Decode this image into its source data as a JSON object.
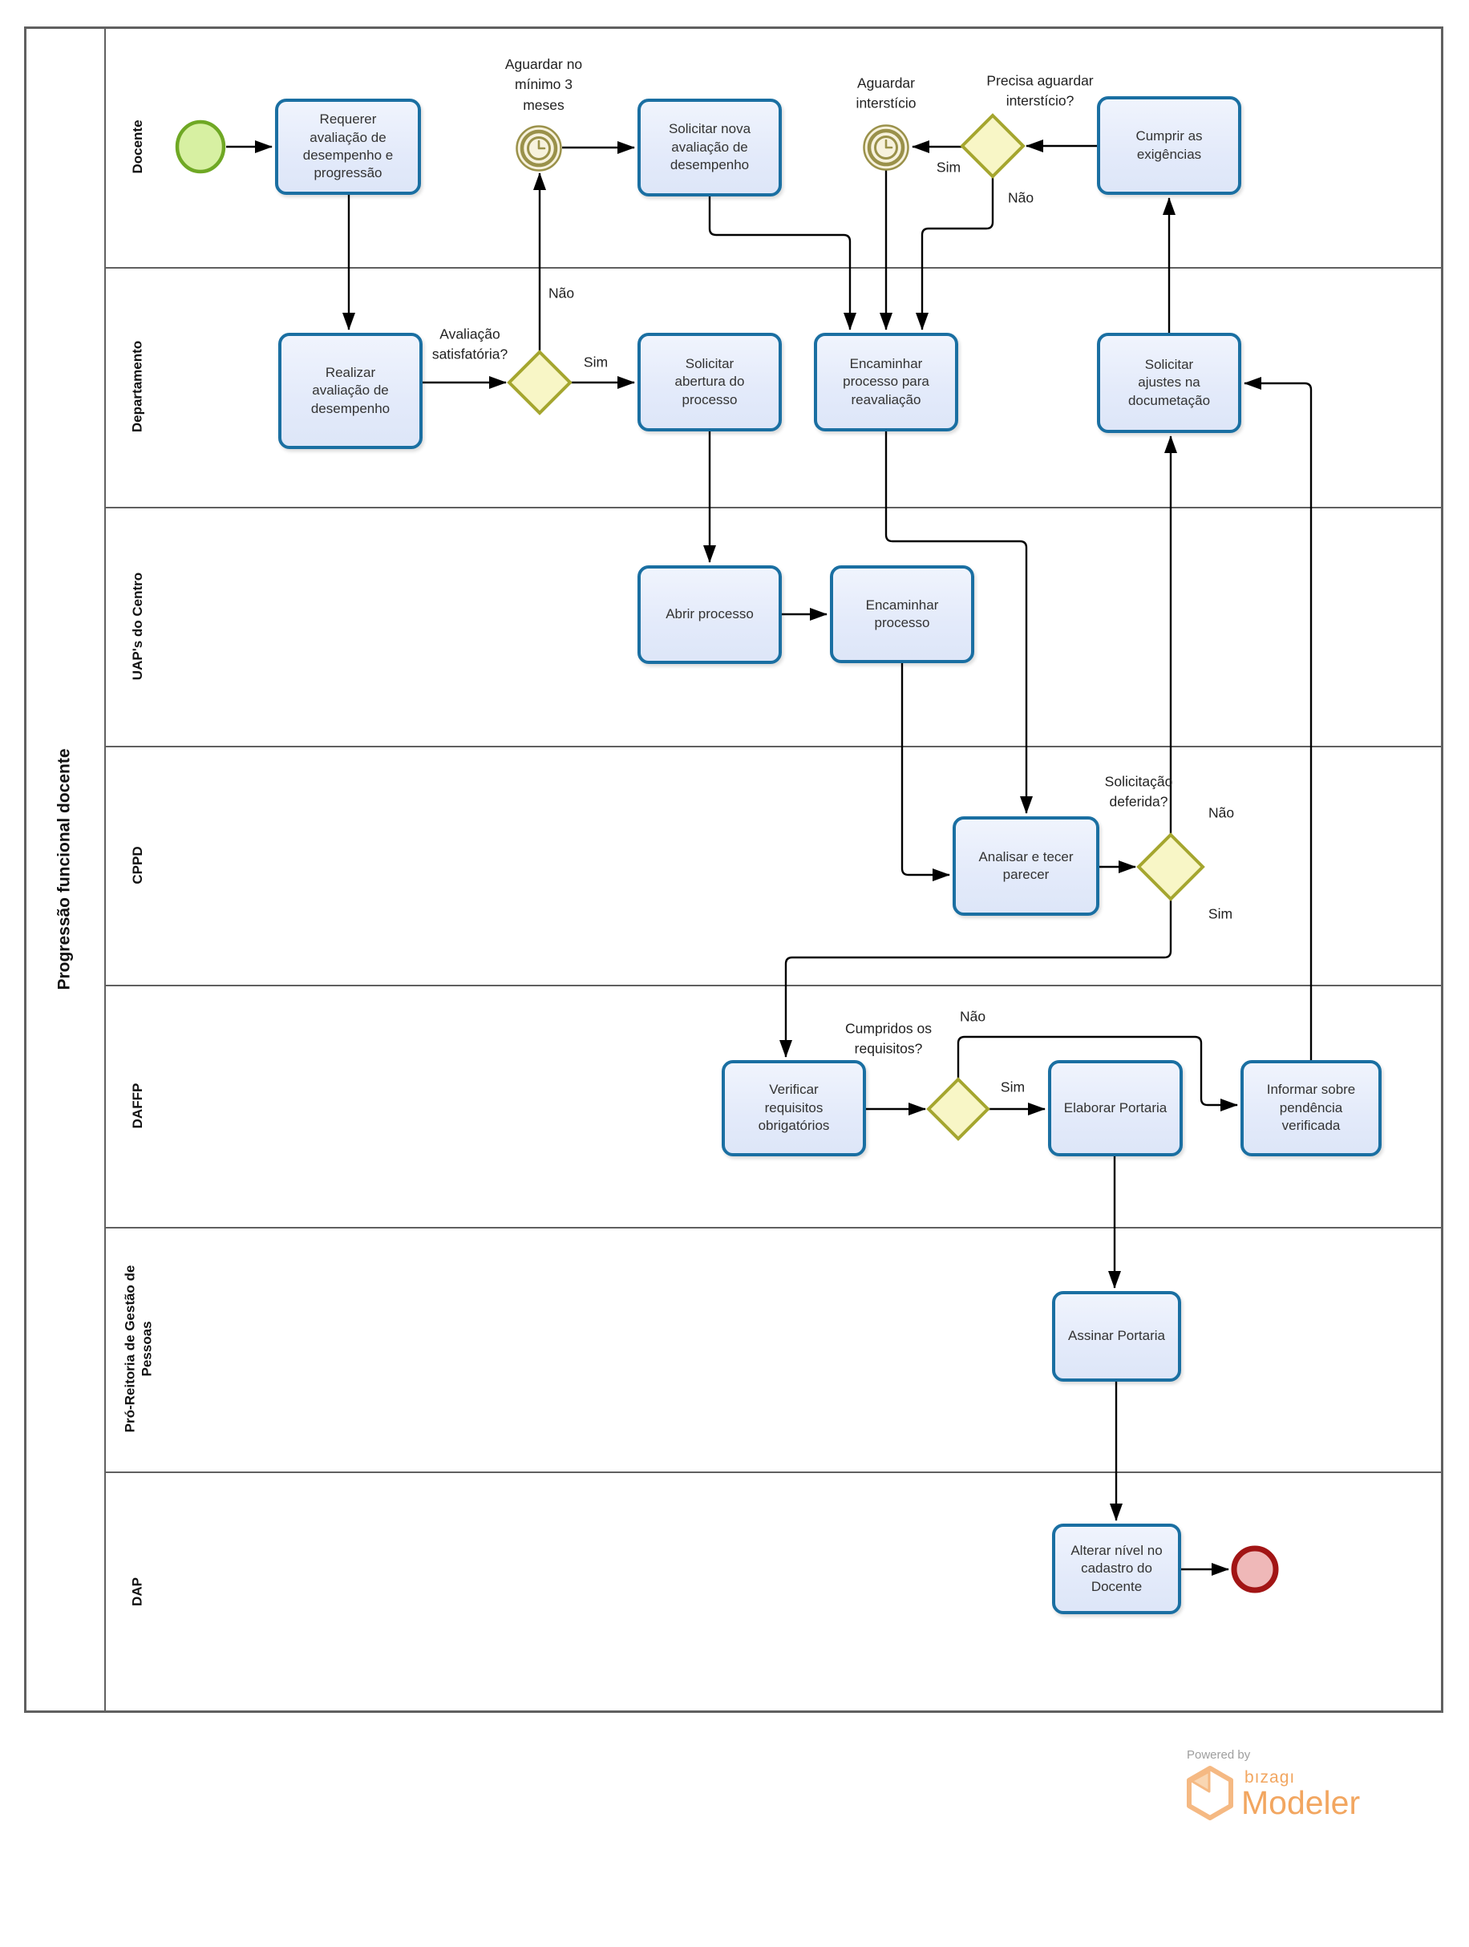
{
  "pool": {
    "title": "Progressão funcional docente"
  },
  "lanes": [
    "Docente",
    "Departamento",
    "UAP's do Centro",
    "CPPD",
    "DAFFP",
    "Pró-Reitoria de Gestão de\nPessoas",
    "DAP"
  ],
  "tasks": {
    "requerer": "Requerer\navaliação de\ndesempenho e\nprogressão",
    "solicitar_nova": "Solicitar nova\navaliação de\ndesempenho",
    "cumprir": "Cumprir as\nexigências",
    "realizar": "Realizar\navaliação de\ndesempenho",
    "abertura": "Solicitar\nabertura do\nprocesso",
    "reavaliacao": "Encaminhar\nprocesso para\nreavaliação",
    "ajustes": "Solicitar\najustes na\ndocumetação",
    "abrir": "Abrir processo",
    "encaminhar": "Encaminhar\nprocesso",
    "analisar": "Analisar e tecer\nparecer",
    "verificar": "Verificar\nrequisitos\nobrigatórios",
    "elaborar": "Elaborar Portaria",
    "informar": "Informar sobre\npendência\nverificada",
    "assinar": "Assinar Portaria",
    "alterar": "Alterar nível no\ncadastro do\nDocente"
  },
  "events": {
    "timer_minimo_label": "Aguardar no\nmínimo 3\nmeses",
    "timer_intersticio_label": "Aguardar\ninterstício"
  },
  "gateways": {
    "precisa": "Precisa aguardar\ninterstício?",
    "avaliacao": "Avaliação\nsatisfatória?",
    "deferida": "Solicitação\ndeferida?",
    "cumpridos": "Cumpridos os\nrequisitos?"
  },
  "labels": {
    "sim": "Sim",
    "nao": "Não"
  },
  "footer": {
    "powered_by": "Powered by",
    "brand": "bızagı",
    "product": "Modeler"
  },
  "colors": {
    "task_border": "#1a6fa2",
    "task_fill": "#e3eafa",
    "gateway_fill": "#f8f6c6",
    "gateway_border": "#a5a62f",
    "timer": "#9a914a",
    "start_fill": "#d7f0a2",
    "start_border": "#6fa824",
    "end_fill": "#efb8b8",
    "end_border": "#a21515",
    "lane_border": "#606060",
    "connector": "#000000",
    "brand_orange": "#f2a660",
    "powered_gray": "#9e9e9e"
  }
}
